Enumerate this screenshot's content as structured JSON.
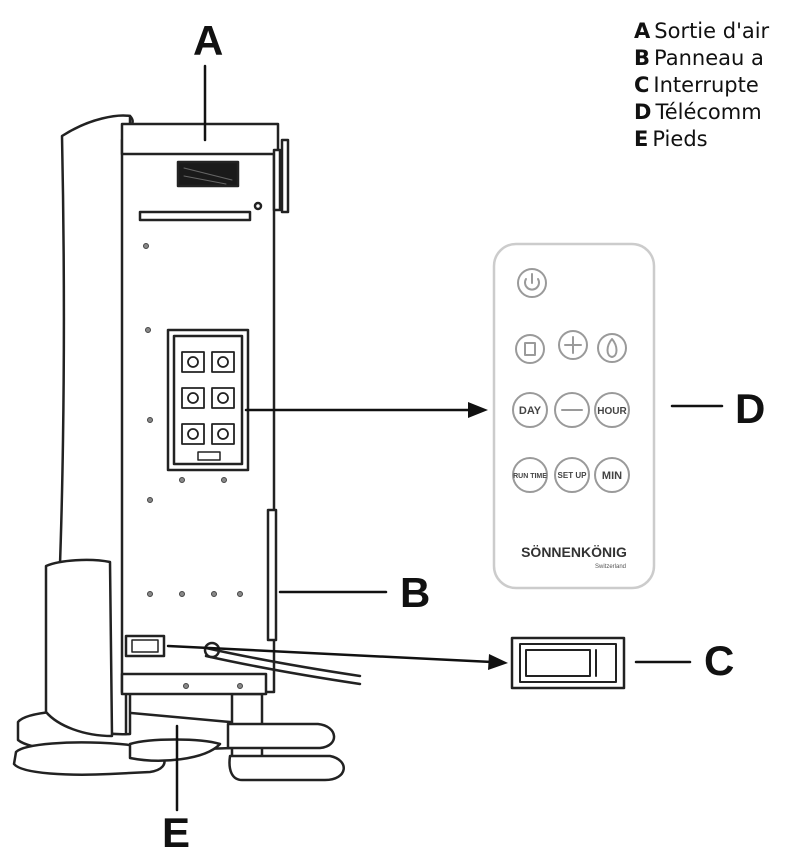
{
  "callouts": {
    "a": "A",
    "b": "B",
    "c": "C",
    "d": "D",
    "e": "E"
  },
  "legend": {
    "items": [
      {
        "letter": "A",
        "text": "Sortie d'air"
      },
      {
        "letter": "B",
        "text": "Panneau a"
      },
      {
        "letter": "C",
        "text": "Interrupte"
      },
      {
        "letter": "D",
        "text": "Télécomm"
      },
      {
        "letter": "E",
        "text": "Pieds"
      }
    ]
  },
  "remote": {
    "buttons": {
      "day": "DAY",
      "hour": "HOUR",
      "run_time": "RUN TIME",
      "set_up": "SET UP",
      "min": "MIN"
    },
    "brand": "SÖNNENKÖNIG",
    "sub_brand": "Switzerland"
  },
  "colors": {
    "line": "#111111",
    "outline": "#222222",
    "remote_border": "#cccccc"
  }
}
